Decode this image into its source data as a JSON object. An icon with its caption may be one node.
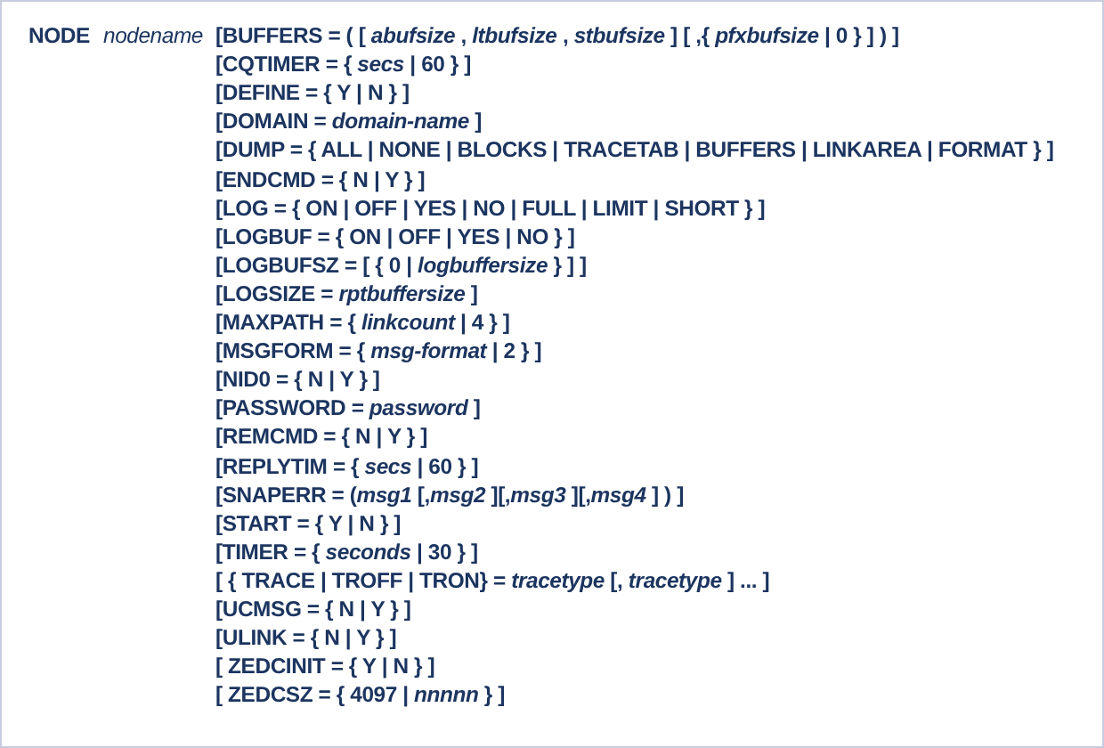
{
  "diagram": {
    "labels": [
      "NODE",
      "nodename",
      "[BUFFERS = ( [ *abufsize* , *ltbufsize* , *stbufsize* ] [ ,{ *pfxbufsize* | 0 } ] ) ]",
      "[CQTIMER = { *secs* | 60 } ]",
      "[DEFINE = { Y | N } ]",
      "[DOMAIN = *domain-name* ]",
      "[DUMP = { ALL | NONE | BLOCKS | TRACETAB | BUFFERS | LINKAREA | FORMAT } ]",
      "[ENDCMD = { N | Y } ]",
      "[LOG = { ON | OFF | YES | NO | FULL | LIMIT | SHORT } ]",
      "[LOGBUF = { ON | OFF | YES | NO } ]",
      "[LOGBUFSZ = [ { 0 | *logbuffersize* } ] ]",
      "[LOGSIZE = *rptbuffersize* ]",
      "[MAXPATH = { *linkcount* | 4 } ]",
      "[MSGFORM = { *msg-format* | 2 } ]",
      "[NID0 = { N | Y } ]",
      "[PASSWORD = *password* ]",
      "[REMCMD = { N | Y } ]",
      "[REPLYTIM = { *secs* | 60 } ]",
      "[SNAPERR = (*msg1* [,*msg2* ][,*msg3* ][,*msg4* ] ) ]",
      "[START = { Y | N } ]",
      "[TIMER = { *seconds* | 30 } ]",
      "[ { TRACE | TROFF | TRON} = *tracetype* [, *tracetype* ] ... ]",
      "[UCMSG = { N | Y } ]",
      "[ULINK = { N | Y } ]",
      "[ ZEDCINIT = { Y | N } ]",
      "[ ZEDCSZ = { 4097 | *nnnnn* } ]"
    ]
  }
}
